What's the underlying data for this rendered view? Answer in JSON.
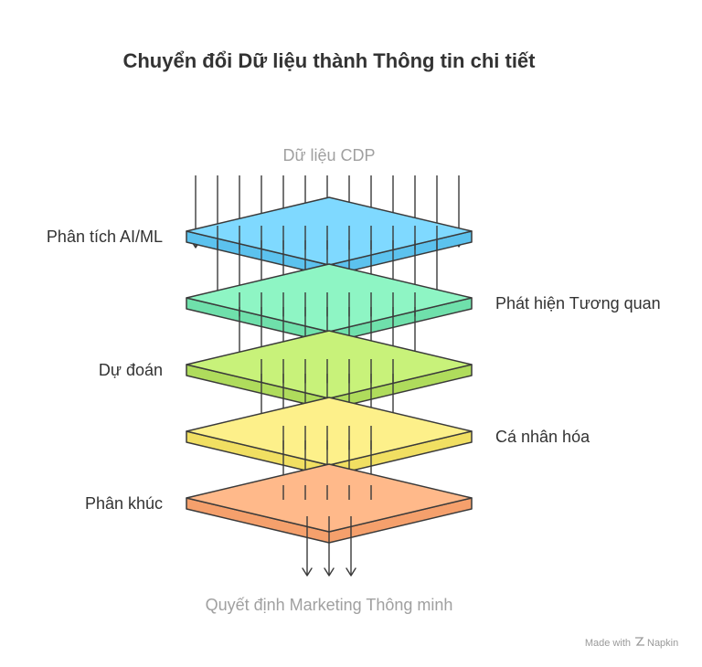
{
  "title": "Chuyển đổi Dữ liệu thành Thông tin chi tiết",
  "input_label": "Dữ liệu CDP",
  "output_label": "Quyết định Marketing Thông minh",
  "layers": [
    {
      "label": "Phân tích AI/ML",
      "side": "left",
      "top_color": "#7fd9ff",
      "side_color": "#5cc2ee"
    },
    {
      "label": "Phát hiện Tương quan",
      "side": "right",
      "top_color": "#8ef5c4",
      "side_color": "#6fe0ab"
    },
    {
      "label": "Dự đoán",
      "side": "left",
      "top_color": "#c8f27a",
      "side_color": "#afdc5c"
    },
    {
      "label": "Cá nhân hóa",
      "side": "right",
      "top_color": "#fdf08a",
      "side_color": "#f1df62"
    },
    {
      "label": "Phân khúc",
      "side": "left",
      "top_color": "#ffb98a",
      "side_color": "#f5a06c"
    }
  ],
  "footer": {
    "made_with": "Made with",
    "brand": "Napkin"
  }
}
